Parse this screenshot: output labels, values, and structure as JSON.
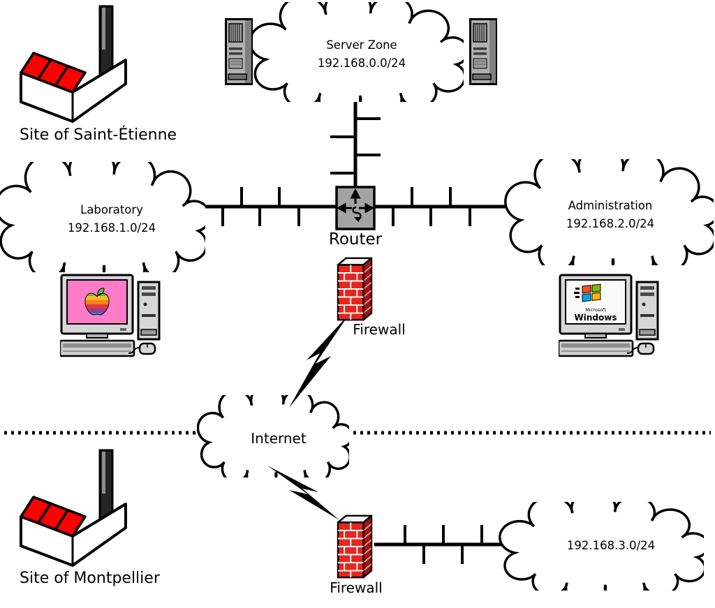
{
  "sites": {
    "saint_etienne": {
      "label": "Site of Saint-Étienne"
    },
    "montpellier": {
      "label": "Site of Montpellier"
    }
  },
  "networks": {
    "server_zone": {
      "name": "Server Zone",
      "subnet": "192.168.0.0/24"
    },
    "laboratory": {
      "name": "Laboratory",
      "subnet": "192.168.1.0/24"
    },
    "administration": {
      "name": "Administration",
      "subnet": "192.168.2.0/24"
    },
    "internet": {
      "name": "Internet"
    },
    "montpellier_lan": {
      "subnet": "192.168.3.0/24"
    }
  },
  "devices": {
    "router": {
      "label": "Router"
    },
    "firewall_saint_etienne": {
      "label": "Firewall"
    },
    "firewall_montpellier": {
      "label": "Firewall"
    },
    "windows_workstation": {
      "brand_top": "Microsoft",
      "brand": "Windows"
    }
  },
  "icons": {
    "factory": "factory-building-icon",
    "cloud": "network-cloud-shape",
    "server": "server-tower-icon",
    "router": "router-arrows-icon",
    "firewall": "brick-wall-icon",
    "lightning": "lightning-bolt-icon",
    "mac": "classic-mac-desktop-icon",
    "windows": "windows-desktop-icon"
  },
  "colors": {
    "factory_red": "#ff0000",
    "brick_red": "#e8251c",
    "brick_side_red": "#a51212",
    "router_gray": "#a3a3a3",
    "mac_screen_pink": "#ff7bc8",
    "line_black": "#000000",
    "windows_logo": [
      "#f25022",
      "#7fba00",
      "#00a4ef",
      "#ffb900"
    ],
    "apple_logo": [
      "#61bb46",
      "#fdb827",
      "#f5821f",
      "#e03a3e",
      "#963d97",
      "#009ddc"
    ]
  }
}
